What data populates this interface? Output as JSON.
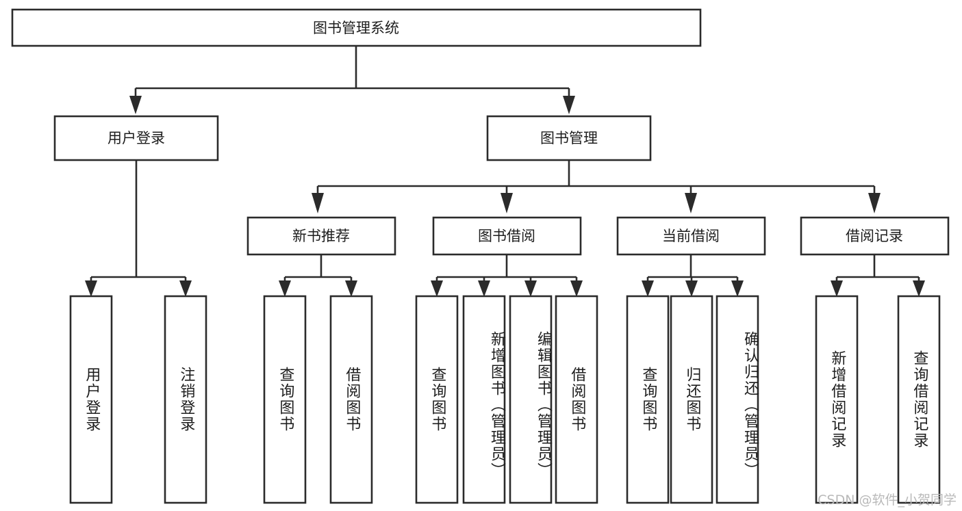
{
  "diagram": {
    "title": "图书管理系统",
    "type": "tree",
    "background_color": "#ffffff",
    "line_color": "#2b2b2b",
    "text_color": "#1d1d1d",
    "root": {
      "label": "图书管理系统"
    },
    "level2": [
      {
        "label": "用户登录"
      },
      {
        "label": "图书管理"
      }
    ],
    "level3": [
      {
        "label": "新书推荐"
      },
      {
        "label": "图书借阅"
      },
      {
        "label": "当前借阅"
      },
      {
        "label": "借阅记录"
      }
    ],
    "leaves": {
      "user_login": [
        {
          "label": "用户登录"
        },
        {
          "label": "注销登录"
        }
      ],
      "new_book_recommend": [
        {
          "label": "查询图书"
        },
        {
          "label": "借阅图书"
        }
      ],
      "book_borrow": [
        {
          "label": "查询图书"
        },
        {
          "label": "新增图书（管理员）"
        },
        {
          "label": "编辑图书（管理员）"
        },
        {
          "label": "借阅图书"
        }
      ],
      "current_borrow": [
        {
          "label": "查询图书"
        },
        {
          "label": "归还图书"
        },
        {
          "label": "确认归还（管理员）"
        }
      ],
      "borrow_record": [
        {
          "label": "新增借阅记录"
        },
        {
          "label": "查询借阅记录"
        }
      ]
    }
  },
  "watermark": {
    "text": "CSDN @软件_小贺同学"
  }
}
